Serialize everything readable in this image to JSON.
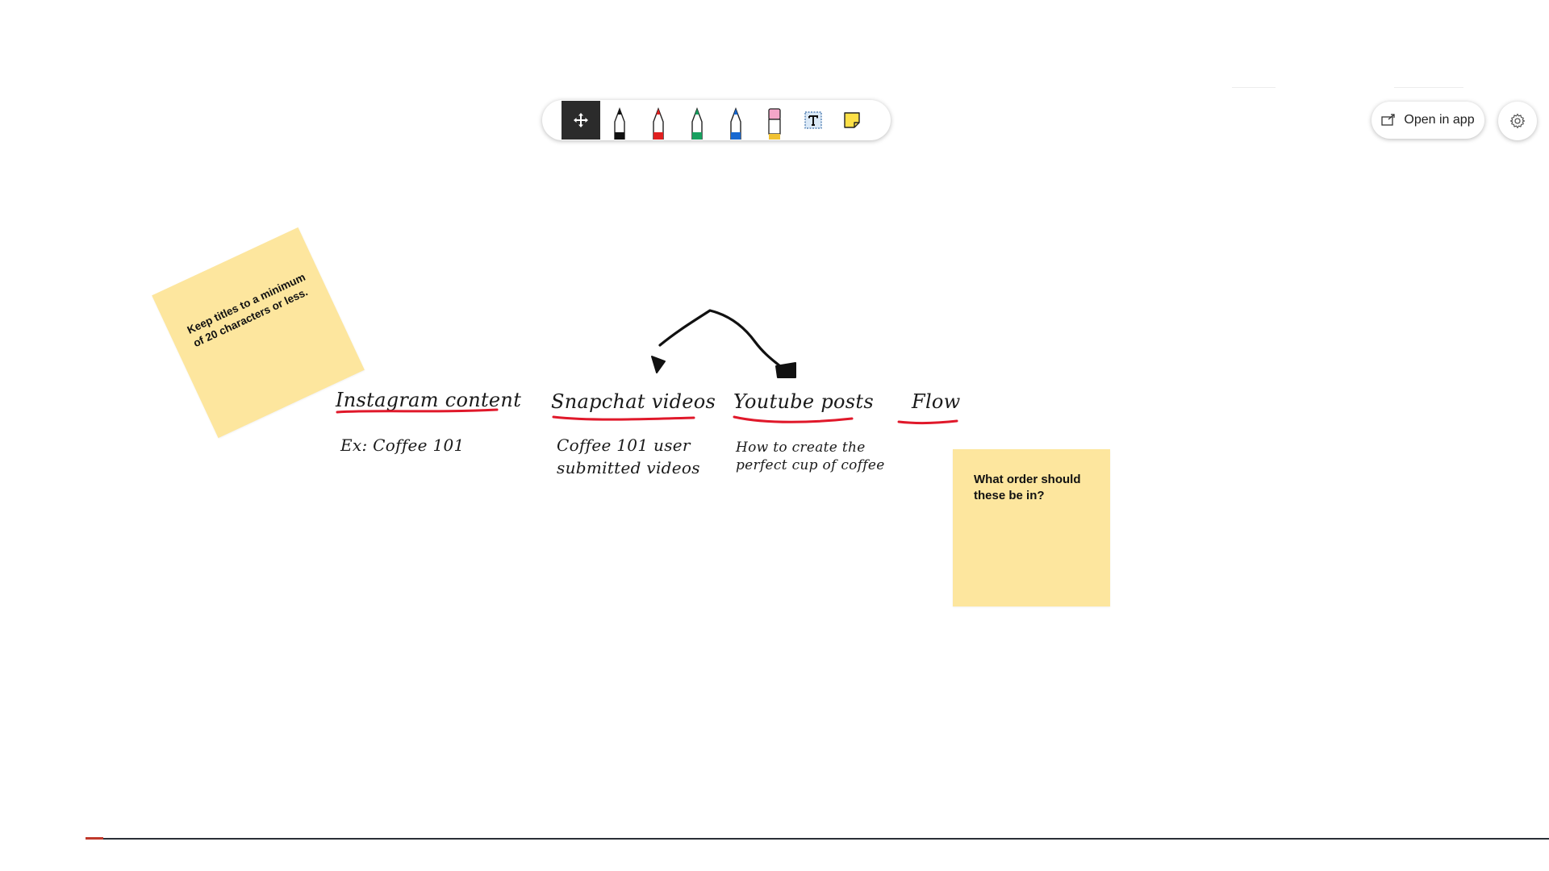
{
  "toolbar": {
    "tools": [
      {
        "name": "pan-tool",
        "icon": "move-arrows-icon"
      },
      {
        "name": "black-pen",
        "icon": "pen-icon",
        "color": "#111111"
      },
      {
        "name": "red-pen",
        "icon": "pen-icon",
        "color": "#e02020"
      },
      {
        "name": "green-pen",
        "icon": "pen-icon",
        "color": "#18a060"
      },
      {
        "name": "blue-pen",
        "icon": "pen-icon",
        "color": "#1868d0"
      },
      {
        "name": "eraser",
        "icon": "eraser-icon",
        "color": "#f4a6c8"
      },
      {
        "name": "text-tool",
        "icon": "text-box-icon"
      },
      {
        "name": "sticky-note-tool",
        "icon": "sticky-note-icon",
        "color": "#fde047"
      }
    ],
    "selected": "pan-tool"
  },
  "open_in_app": {
    "label": "Open in app",
    "icon": "open-external-icon"
  },
  "settings": {
    "icon": "gear-icon"
  },
  "canvas": {
    "sticky_tilted": {
      "text": "Keep titles to a minimum of 20 characters or less."
    },
    "sticky_flat": {
      "text": "What order should these be in?"
    },
    "labels": {
      "instagram_title": "Instagram content",
      "instagram_sub": "Ex: Coffee 101",
      "snapchat_title": "Snapchat videos",
      "snapchat_sub_1": "Coffee 101 user",
      "snapchat_sub_2": "submitted videos",
      "youtube_title": "Youtube posts",
      "youtube_sub_1": "How to create the",
      "youtube_sub_2": "perfect cup of coffee",
      "flow_title": "Flow"
    },
    "ink_colors": {
      "underline": "#e0182a",
      "arrow": "#111111",
      "sticky": "#fde69e"
    }
  }
}
